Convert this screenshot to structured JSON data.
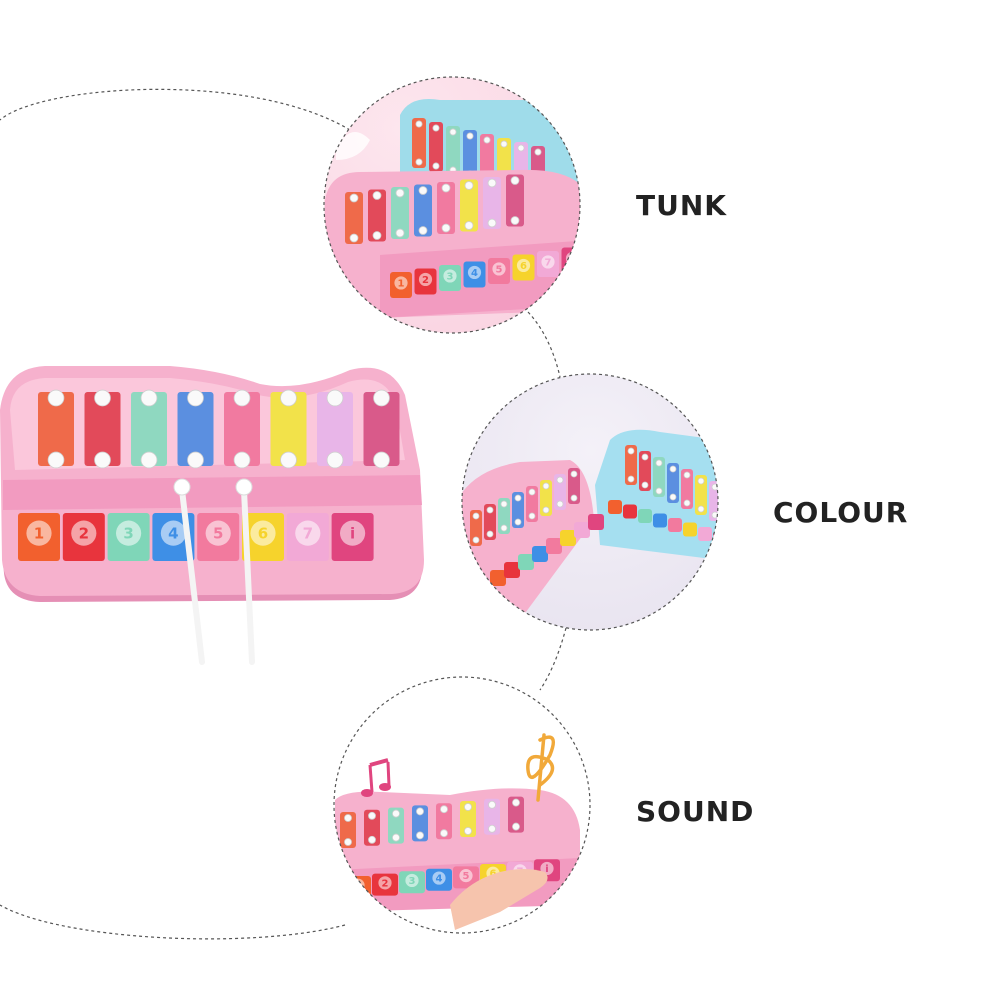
{
  "features": [
    {
      "label": "TUNK"
    },
    {
      "label": "COLOUR"
    },
    {
      "label": "SOUND"
    }
  ],
  "key_numbers": [
    "1",
    "2",
    "3",
    "4",
    "5",
    "6",
    "7",
    "i"
  ],
  "colors": {
    "toy_body": "#f4a9c8",
    "toy_body_dark": "#e889b2",
    "toy_blue": "#9fdcea",
    "bar_colors": [
      "#ef6a4a",
      "#e24a5a",
      "#8fd8c0",
      "#5b8fe0",
      "#f17aa0",
      "#f2e24a",
      "#e8b5e8",
      "#d95a8a"
    ],
    "key_colors": [
      "#f2602e",
      "#e8343d",
      "#7fd6b8",
      "#3e8fe6",
      "#f27a9e",
      "#f6d32c",
      "#f2a9d6",
      "#e0457f"
    ],
    "label_text": "#222222",
    "dotted_line": "#555555"
  },
  "icons": [
    "music-note-icon",
    "treble-clef-icon"
  ]
}
